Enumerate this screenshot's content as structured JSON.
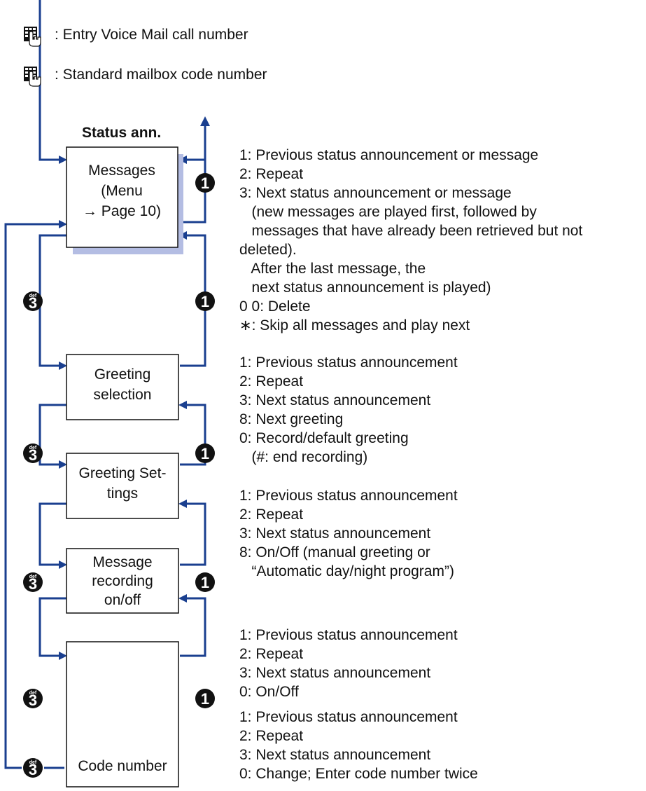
{
  "entries": [
    {
      "icon": "keypad-hand-icon",
      "text": ": Entry Voice Mail call number"
    },
    {
      "icon": "keypad-hand-icon",
      "text": ": Standard mailbox code number"
    }
  ],
  "status_title": "Status ann.",
  "boxes": [
    {
      "id": "messages",
      "lines": [
        "Messages",
        "(Menu",
        "→ Page 10)"
      ]
    },
    {
      "id": "greeting-selection",
      "lines": [
        "Greeting",
        "selection"
      ]
    },
    {
      "id": "greeting-settings",
      "lines": [
        "Greeting Set-",
        "tings"
      ]
    },
    {
      "id": "message-recording",
      "lines": [
        "Message",
        "recording",
        "on/off"
      ]
    },
    {
      "id": "code-number",
      "lines": [
        "Code number"
      ]
    }
  ],
  "keys": {
    "one": {
      "label": "1",
      "icon": "key-1-icon"
    },
    "three": {
      "label": "3",
      "sublabel": "def",
      "icon": "key-3-def-icon"
    }
  },
  "descriptions": [
    [
      "1: Previous status announcement or message",
      "2: Repeat",
      "3: Next status announcement or message",
      "   (new messages are played first, followed by",
      "   messages that have already been retrieved but not",
      "deleted).",
      "   After the last message, the",
      "   next status announcement is played)",
      "0 0: Delete",
      "∗: Skip all messages and play next"
    ],
    [
      "1: Previous status announcement",
      "2: Repeat",
      "3: Next status announcement",
      "8: Next greeting",
      "0: Record/default greeting",
      "   (#: end recording)"
    ],
    [
      "1: Previous status announcement",
      "2: Repeat",
      "3: Next status announcement",
      "8: On/Off (manual greeting or",
      "   “Automatic day/night program”)"
    ],
    [
      "1: Previous status announcement",
      "2: Repeat",
      "3: Next status announcement",
      "0: On/Off"
    ],
    [
      "1: Previous status announcement",
      "2: Repeat",
      "3: Next status announcement",
      "0: Change; Enter code number twice"
    ]
  ],
  "colors": {
    "line": "#1a3f8f",
    "shadow": "#b4bde3",
    "key": "#111111"
  }
}
